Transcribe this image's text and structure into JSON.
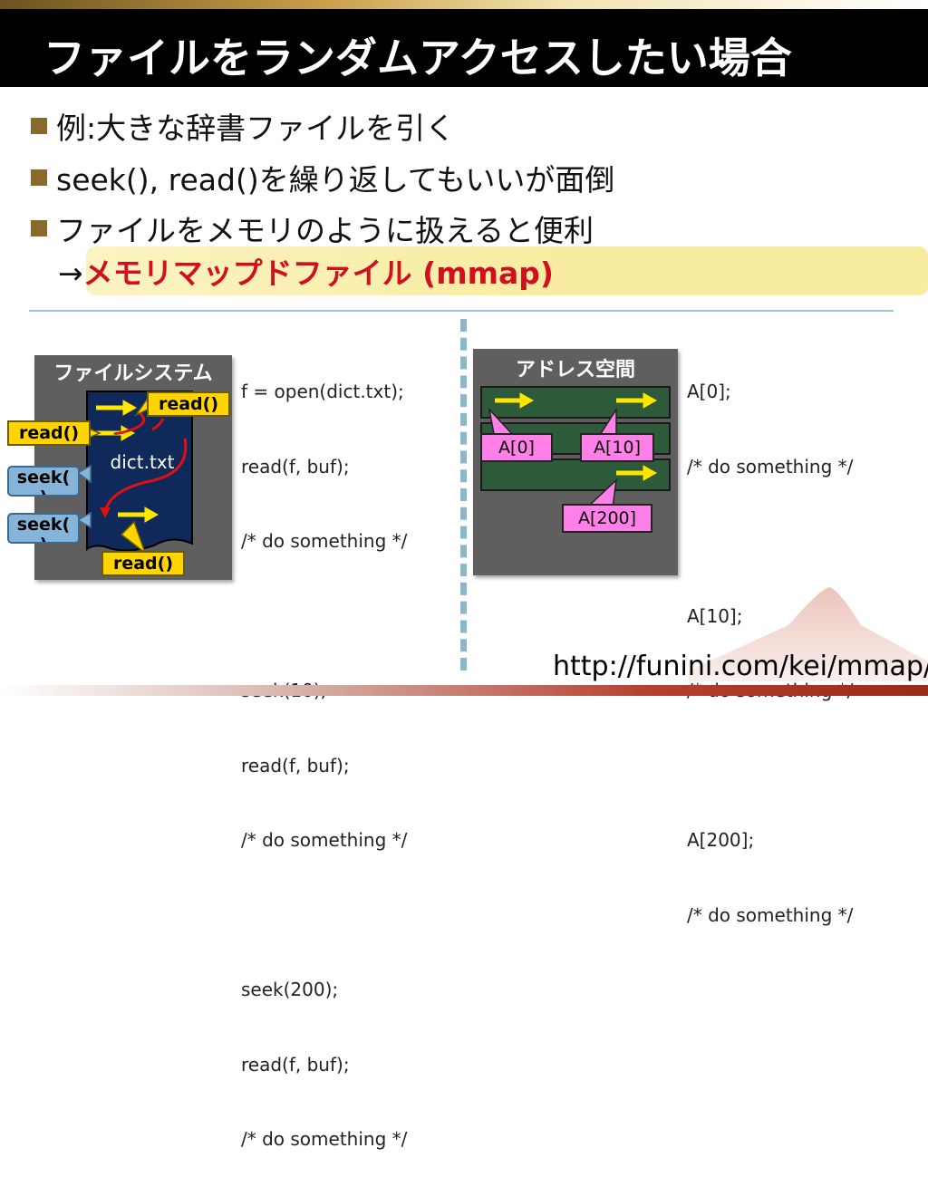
{
  "slide": {
    "title": "ファイルをランダムアクセスしたい場合",
    "bullets": [
      "例:大きな辞書ファイルを引く",
      "seek(), read()を繰り返してもいいが面倒",
      "ファイルをメモリのように扱えると便利"
    ],
    "mmap_arrow": "→",
    "mmap_text": "メモリマップドファイル (mmap)",
    "url": "http://funini.com/kei/mmap/"
  },
  "filesystem": {
    "label": "ファイルシステム",
    "file_name": "dict.txt",
    "read_label": "read()",
    "seek_label": "seek(\n)"
  },
  "code_left": {
    "lines": [
      "f = open(dict.txt);",
      "read(f, buf);",
      "/* do something */",
      "",
      "seek(10);",
      "read(f, buf);",
      "/* do something */",
      "",
      "seek(200);",
      "read(f, buf);",
      "/* do something */"
    ]
  },
  "address_space": {
    "label": "アドレス空間",
    "pointer_labels": [
      "A[0]",
      "A[10]",
      "A[200]"
    ]
  },
  "code_right": {
    "lines": [
      "A[0];",
      "/* do something */",
      "",
      "A[10];",
      "/* do something */",
      "",
      "A[200];",
      "/* do something */"
    ]
  },
  "colors": {
    "title_bg": "#000000",
    "accent_red": "#d01020",
    "read_yellow": "#ffd400",
    "seek_blue": "#86b4d8",
    "pointer_pink": "#ff80e8",
    "memory_green": "#2e5a3c",
    "panel_gray": "#5f5f5f"
  },
  "icons": [
    "yellow-arrow-icon",
    "red-curved-arrow-icon",
    "bullet-square-icon",
    "mountain-watermark-icon"
  ]
}
